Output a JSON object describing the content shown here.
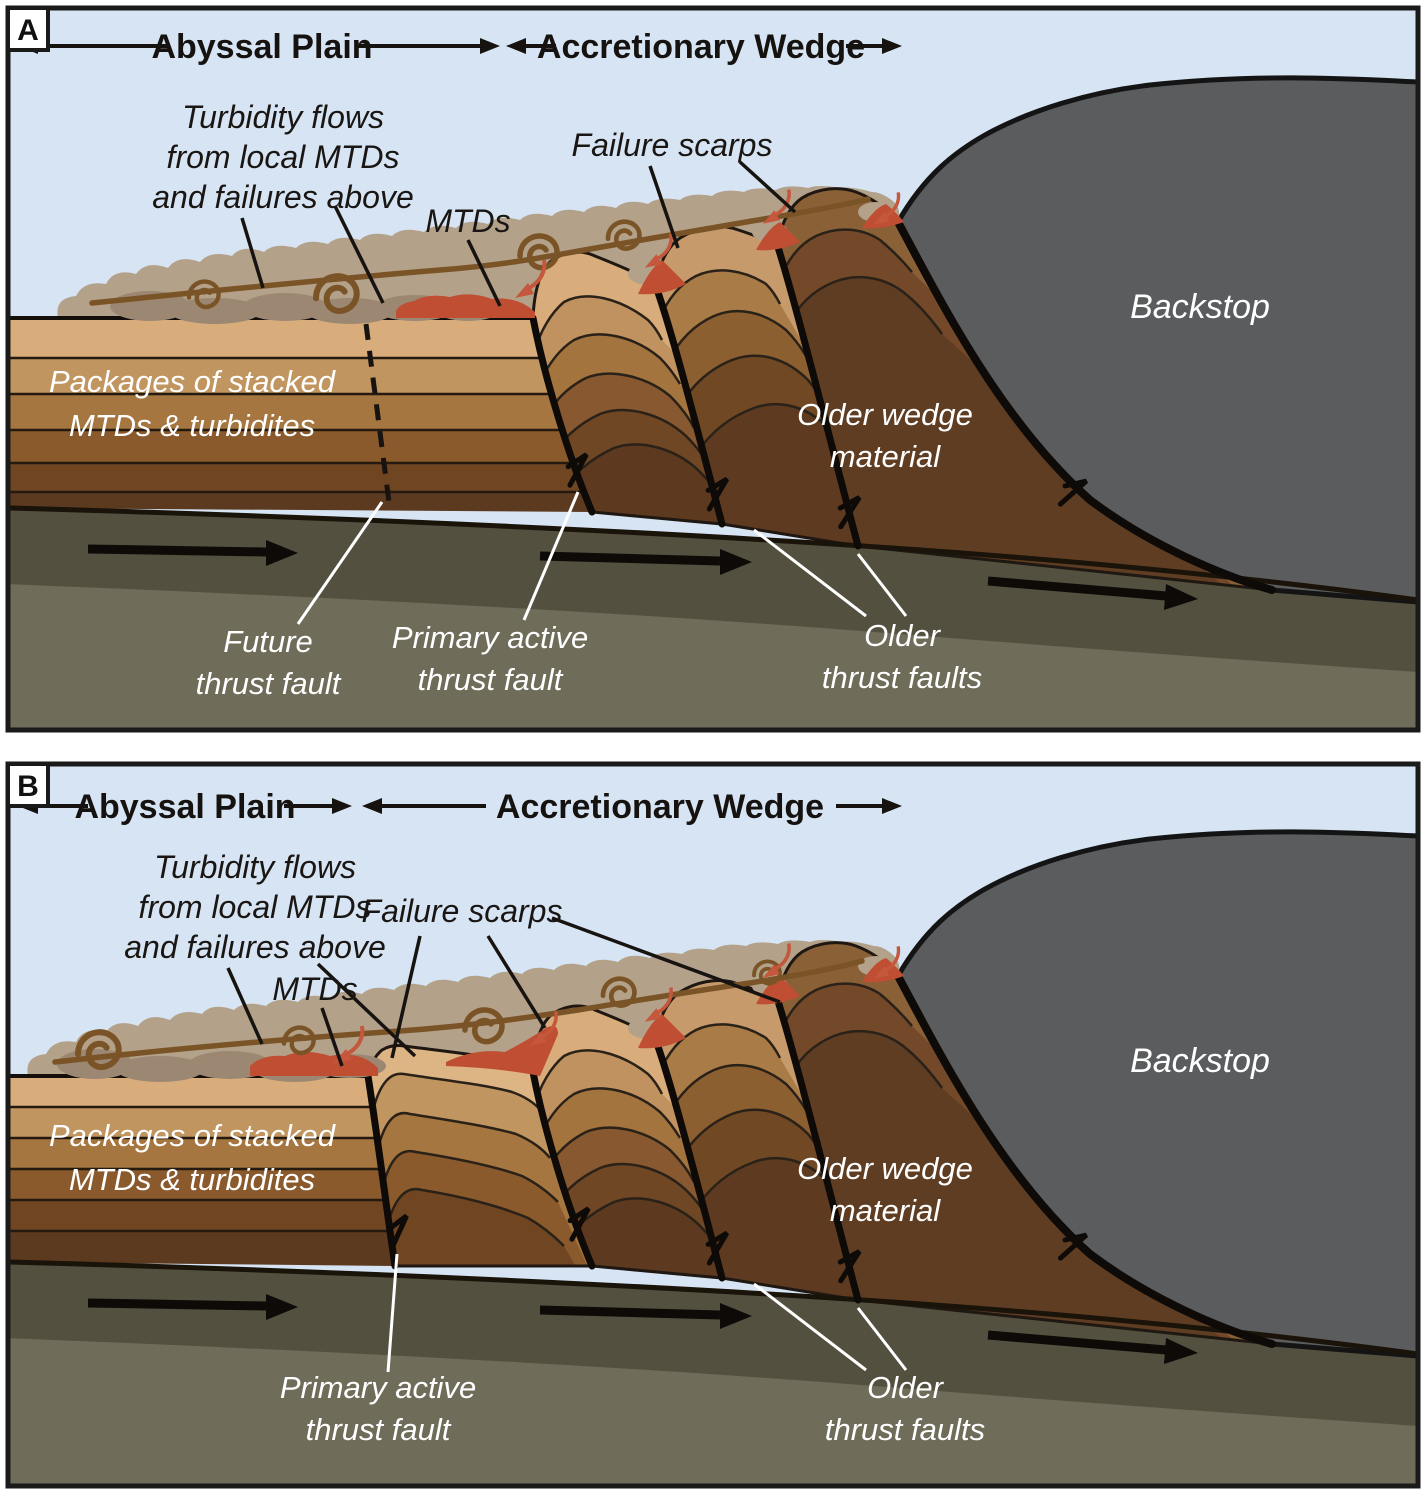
{
  "figure": {
    "type": "geological cross-section diagram, two time-step panels",
    "subject": "Accretionary wedge with MTDs, turbidity flows and thrust faults"
  },
  "colors": {
    "sky": "#d6e4f3",
    "cloud": "#b3a18a",
    "cloud_dark": "#9c8872",
    "swirl": "#7a5426",
    "mtd_red": "#bf4e33",
    "red_arrow": "#c4573c",
    "backstop_gray": "#5b5c5e",
    "slab_upper": "#53503f",
    "slab_lower": "#6f6c5a",
    "fault_black": "#0d0a08",
    "layer_palette_light_to_dark": [
      "#d8ad7b",
      "#c0955f",
      "#a5763f",
      "#8a5a2c",
      "#6f4522",
      "#5c3a20"
    ],
    "label_white": "#ffffff",
    "label_black": "#1a1613"
  },
  "panelA": {
    "letter": "A",
    "header": {
      "left_region": "Abyssal Plain",
      "right_region": "Accretionary Wedge"
    },
    "labels": {
      "turbidity": [
        "Turbidity flows",
        "from local MTDs",
        "and failures above"
      ],
      "mtds": "MTDs",
      "failure_scarps": "Failure scarps",
      "backstop": "Backstop",
      "packages": [
        "Packages of stacked",
        "MTDs & turbidites"
      ],
      "older_wedge": [
        "Older wedge",
        "material"
      ],
      "future_fault": [
        "Future",
        "thrust fault"
      ],
      "primary_fault": [
        "Primary active",
        "thrust fault"
      ],
      "older_faults": [
        "Older",
        "thrust faults"
      ]
    }
  },
  "panelB": {
    "letter": "B",
    "header": {
      "left_region": "Abyssal Plain",
      "right_region": "Accretionary Wedge"
    },
    "labels": {
      "turbidity": [
        "Turbidity flows",
        "from local MTDs",
        "and failures above"
      ],
      "mtds": "MTDs",
      "failure_scarps": "Failure scarps",
      "backstop": "Backstop",
      "packages": [
        "Packages of stacked",
        "MTDs & turbidites"
      ],
      "older_wedge": [
        "Older wedge",
        "material"
      ],
      "primary_fault": [
        "Primary active",
        "thrust fault"
      ],
      "older_faults": [
        "Older",
        "thrust faults"
      ]
    }
  }
}
